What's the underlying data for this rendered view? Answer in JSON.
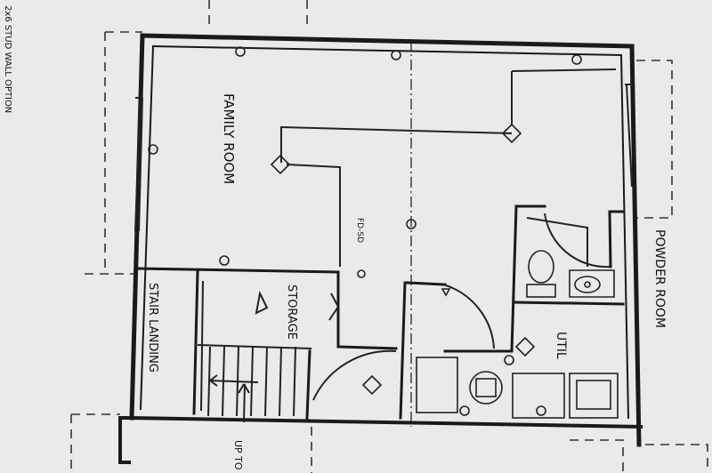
{
  "labels": {
    "family_room": "FAMILY ROOM",
    "powder_room": "POWDER ROOM",
    "storage": "STORAGE",
    "stair_landing": "STAIR LANDING",
    "util": "UTIL",
    "floor_drain": "FD-SD",
    "up_to": "UP TO",
    "stud_wall_option": "2x6 STUD WALL OPTION"
  },
  "colors": {
    "paper": "#e9eaea",
    "ink": "#1a1a1a"
  }
}
